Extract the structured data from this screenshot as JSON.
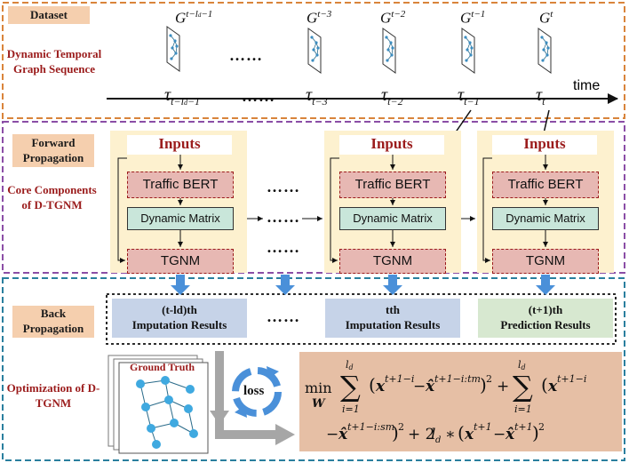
{
  "sections": {
    "dataset": "Dataset",
    "sequence_title": "Dynamic Temporal Graph Sequence",
    "forward": "Forward Propagation",
    "core": "Core Components of D-TGNM",
    "back": "Back Propagation",
    "optimization": "Optimization of D-TGNM"
  },
  "graphs": {
    "g1": "G",
    "g1_sup": "t−l",
    "g2": "G",
    "g2_sup": "t−3",
    "g3": "G",
    "g3_sup": "t−2",
    "g4": "G",
    "g4_sup": "t−1",
    "g5": "G",
    "g5_sup": "t"
  },
  "timeline": {
    "t1": "τ",
    "t1_sub": "t−l",
    "t2": "τ",
    "t2_sub": "t−3",
    "t3": "τ",
    "t3_sub": "t−2",
    "t4": "τ",
    "t4_sub": "t−1",
    "t5": "τ",
    "t5_sub": "t",
    "time_label": "time",
    "dots": "……"
  },
  "blocks": {
    "inputs": "Inputs",
    "traffic_bert": "Traffic BERT",
    "dynamic_matrix": "Dynamic Matrix",
    "tgnm": "TGNM",
    "dots": "……"
  },
  "results": {
    "r1_title": "(t-ld)th",
    "r1_sub": "Imputation Results",
    "r2_title": "tth",
    "r2_sub": "Imputation Results",
    "r3_title": "(t+1)th",
    "r3_sub": "Prediction Results"
  },
  "optimization": {
    "ground_truth": "Ground Truth",
    "loss": "loss"
  },
  "colors": {
    "accent_red": "#9b1c1c",
    "orange_border": "#d9843b",
    "purple_border": "#8b4ea6",
    "teal_border": "#2a7f9e",
    "arrow_blue": "#4a90d9"
  }
}
